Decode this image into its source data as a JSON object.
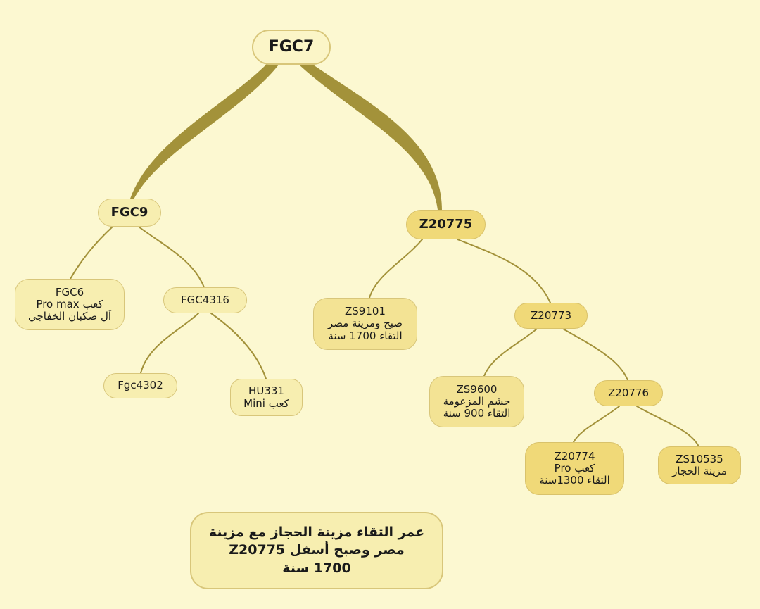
{
  "colors": {
    "background": "#fcf8d1",
    "edge": "#a3923a",
    "node_light": "#f7eeb0",
    "node_dark": "#f0d978"
  },
  "nodes": {
    "fgc7": {
      "lines": [
        "FGC7"
      ]
    },
    "fgc9": {
      "lines": [
        "FGC9"
      ]
    },
    "z20775": {
      "lines": [
        "Z20775"
      ]
    },
    "fgc6": {
      "lines": [
        "FGC6",
        "كعب Pro max",
        "آل صكبان الخفاجي"
      ]
    },
    "fgc4316": {
      "lines": [
        "FGC4316"
      ]
    },
    "fgc4302": {
      "lines": [
        "Fgc4302"
      ]
    },
    "hu331": {
      "lines": [
        "HU331",
        "كعب Mini"
      ]
    },
    "zs9101": {
      "lines": [
        "ZS9101",
        "صبح ومزينة مصر",
        "التقاء 1700 سنة"
      ]
    },
    "z20773": {
      "lines": [
        "Z20773"
      ]
    },
    "zs9600": {
      "lines": [
        "ZS9600",
        "جشم المزعومة",
        "التقاء 900 سنة"
      ]
    },
    "z20776": {
      "lines": [
        "Z20776"
      ]
    },
    "z20774": {
      "lines": [
        "Z20774",
        "كعب Pro",
        "التقاء 1300سنة"
      ]
    },
    "zs10535": {
      "lines": [
        "ZS10535",
        "مزينة الحجاز"
      ]
    },
    "note": {
      "lines": [
        "عمر التقاء مزينة الحجاز مع مزينة",
        "مصر وصبح أسفل Z20775",
        "1700 سنة"
      ]
    }
  }
}
